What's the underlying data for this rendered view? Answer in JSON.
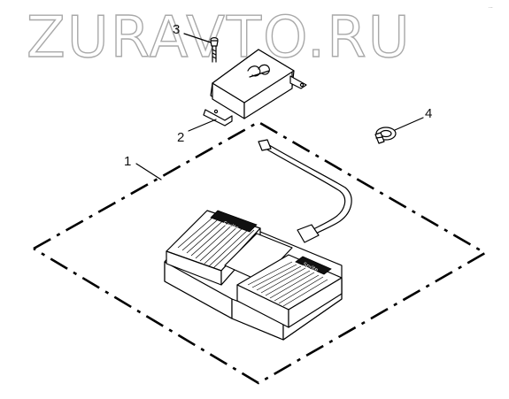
{
  "watermark": {
    "text": "ZURAVTO.RU"
  },
  "corner_mark": "...",
  "callouts": [
    {
      "id": "1",
      "label": "1"
    },
    {
      "id": "2",
      "label": "2"
    },
    {
      "id": "3",
      "label": "3"
    },
    {
      "id": "4",
      "label": "4"
    }
  ],
  "pedal_labels": {
    "left": "Sprite",
    "right": "Sprite"
  }
}
